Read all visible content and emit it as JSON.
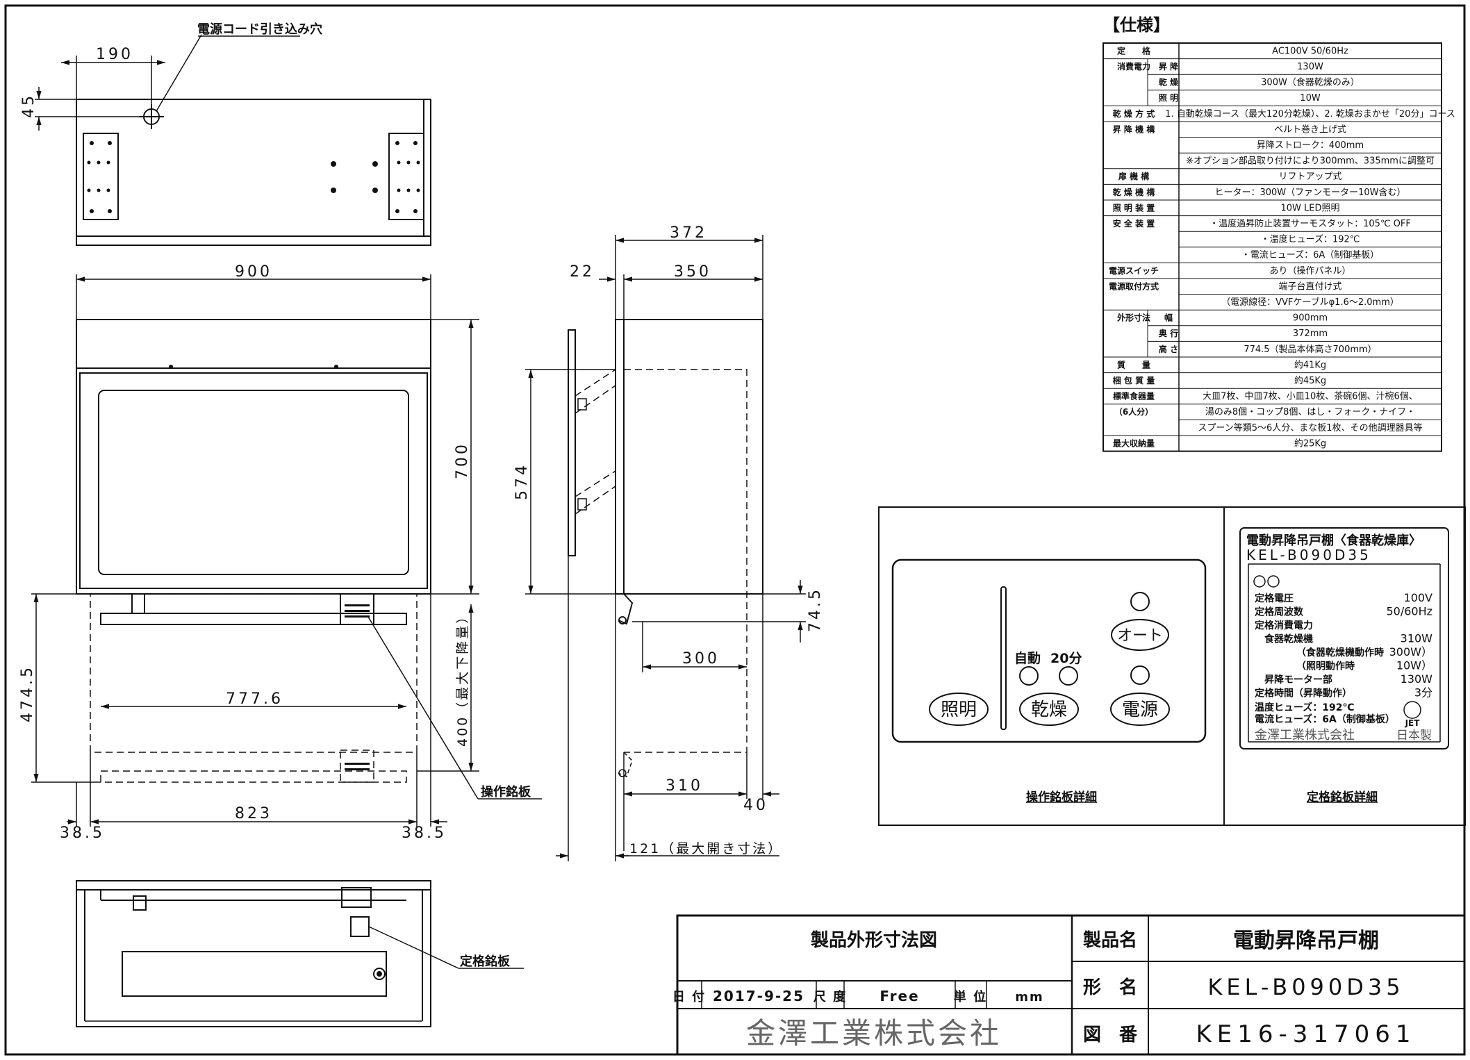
{
  "annotations": {
    "cord_hole": "電源コード引き込み穴",
    "operation_plate": "操作銘板",
    "rating_plate": "定格銘板"
  },
  "dimensions": {
    "d190": "190",
    "d45": "45",
    "d900": "900",
    "d700": "700",
    "d372": "372",
    "d22": "22",
    "d350": "350",
    "d574": "574",
    "d745": "74.5",
    "d300": "300",
    "d4745": "474.5",
    "d7776": "777.6",
    "d400": "400（最大下降量）",
    "d823": "823",
    "d385l": "38.5",
    "d385r": "38.5",
    "d310": "310",
    "d40": "40",
    "d121": "121（最大開き寸法）"
  },
  "spec": {
    "heading": "【仕様】",
    "rows": [
      {
        "label": "定　　格",
        "value": "AC100V  50/60Hz"
      },
      {
        "label": "消費電力",
        "sub": "昇 降",
        "value": "130W"
      },
      {
        "sub": "乾 燥",
        "value": "300W（食器乾燥のみ）"
      },
      {
        "sub": "照 明",
        "value": "10W"
      },
      {
        "label": "乾 燥 方 式",
        "value": "1. 自動乾燥コース（最大120分乾燥）、2. 乾燥おまかせ「20分」コース"
      },
      {
        "label": "昇 降 機 構",
        "value": "ベルト巻き上げ式"
      },
      {
        "value": "昇降ストローク：400mm"
      },
      {
        "value": "※オプション部品取り付けにより300mm、335mmに調整可"
      },
      {
        "label": "扉 機 構",
        "value": "リフトアップ式"
      },
      {
        "label": "乾 燥 機 構",
        "value": "ヒーター：300W（ファンモーター10W含む）"
      },
      {
        "label": "照 明 装 置",
        "value": "10W LED照明"
      },
      {
        "label": "安 全 装 置",
        "value": "・温度過昇防止装置サーモスタット：105℃ OFF"
      },
      {
        "value": "・温度ヒューズ：192℃"
      },
      {
        "value": "・電流ヒューズ：6A（制御基板）"
      },
      {
        "label": "電源スイッチ",
        "value": "あり（操作パネル）"
      },
      {
        "label": "電源取付方式",
        "value": "端子台直付け式"
      },
      {
        "value": "（電源線径：VVFケーブルφ1.6〜2.0mm）"
      },
      {
        "label": "外形寸法",
        "sub": "幅",
        "value": "900mm"
      },
      {
        "sub": "奥 行",
        "value": "372mm"
      },
      {
        "sub": "高 さ",
        "value": "774.5（製品本体高さ700mm）"
      },
      {
        "label": "質　　量",
        "value": "約41Kg"
      },
      {
        "label": "梱 包 質 量",
        "value": "約45Kg"
      },
      {
        "label": "標準食器量",
        "value": "大皿7枚、中皿7枚、小皿10枚、茶碗6個、汁椀6個、"
      },
      {
        "label": "（6人分）",
        "value": "湯のみ8個・コップ8個、はし・フォーク・ナイフ・"
      },
      {
        "value": "スプーン等類5〜6人分、まな板1枚、その他調理器具等"
      },
      {
        "label": "最大収納量",
        "value": "約25Kg"
      }
    ]
  },
  "panel": {
    "auto": "自動",
    "min20": "20分",
    "btn_auto": "オート",
    "btn_light": "照明",
    "btn_dry": "乾燥",
    "btn_power": "電源",
    "caption": "操作銘板詳細"
  },
  "nameplate": {
    "line1": "電動昇降吊戸棚〈食器乾燥庫〉",
    "line2": "KEL-B090D35",
    "rows": [
      {
        "k": "定格電圧",
        "v": "100V"
      },
      {
        "k": "定格周波数",
        "v": "50/60Hz"
      },
      {
        "k": "定格消費電力",
        "v": ""
      },
      {
        "k": "食器乾燥機",
        "v": "310W"
      },
      {
        "k": "（食器乾燥機動作時",
        "v": "300W）"
      },
      {
        "k": "（照明動作時",
        "v": "10W）"
      },
      {
        "k": "昇降モーター部",
        "v": "130W"
      },
      {
        "k": "定格時間（昇降動作）",
        "v": "3分"
      }
    ],
    "fuse1": "温度ヒューズ：192℃",
    "fuse2": "電流ヒューズ：6A（制御基板）",
    "jet": "JET",
    "company": "金澤工業株式会社",
    "made": "日本製",
    "caption": "定格銘板詳細"
  },
  "title_block": {
    "drawing_title": "製品外形寸法図",
    "date_label": "日 付",
    "date": "2017-9-25",
    "scale_label": "尺 度",
    "scale": "Free",
    "unit_label": "単 位",
    "unit": "mm",
    "company": "金澤工業株式会社",
    "product_label": "製品名",
    "product": "電動昇降吊戸棚",
    "model_label": "形　名",
    "model": "KEL-B090D35",
    "drawing_no_label": "図　番",
    "drawing_no": "KE16-317061"
  }
}
